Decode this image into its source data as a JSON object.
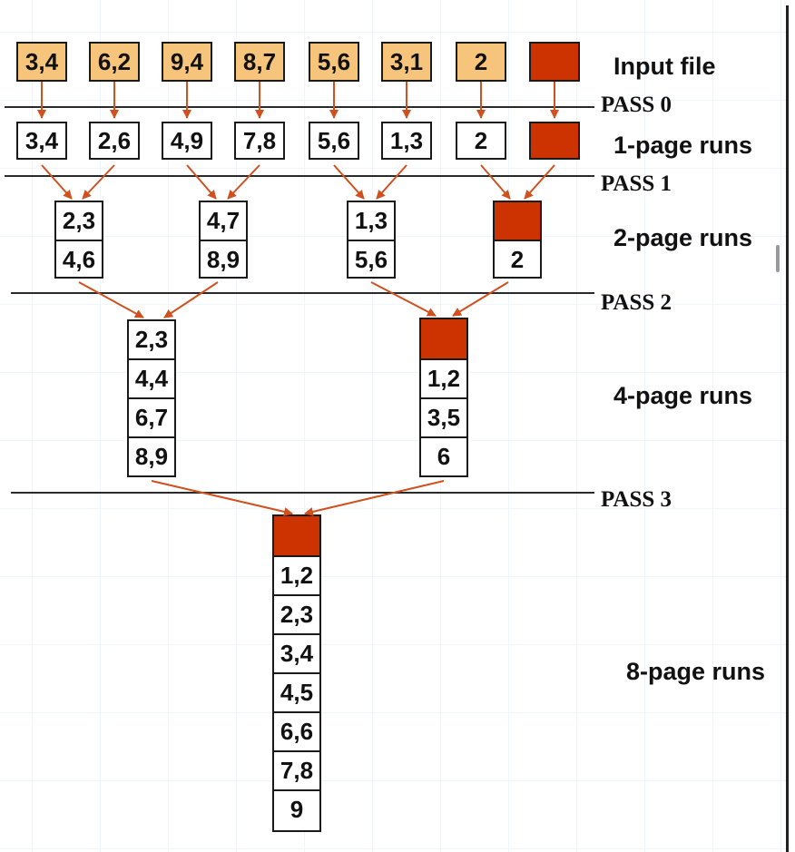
{
  "input_pages": [
    "3,4",
    "6,2",
    "9,4",
    "8,7",
    "5,6",
    "3,1",
    "2",
    ""
  ],
  "pass0_runs": [
    "3,4",
    "2,6",
    "4,9",
    "7,8",
    "5,6",
    "1,3",
    "2",
    ""
  ],
  "pass1_runs": [
    [
      "2,3",
      "4,6"
    ],
    [
      "4,7",
      "8,9"
    ],
    [
      "1,3",
      "5,6"
    ],
    [
      "",
      "2"
    ]
  ],
  "pass2_runs": [
    [
      "2,3",
      "4,4",
      "6,7",
      "8,9"
    ],
    [
      "",
      "1,2",
      "3,5",
      "6"
    ]
  ],
  "pass3_runs": [
    [
      "",
      "1,2",
      "2,3",
      "3,4",
      "4,5",
      "6,6",
      "7,8",
      "9"
    ]
  ],
  "pass_labels": [
    "PASS 0",
    "PASS 1",
    "PASS 2",
    "PASS 3"
  ],
  "run_labels": [
    "Input file",
    "1-page runs",
    "2-page runs",
    "4-page runs",
    "8-page runs"
  ],
  "colors": {
    "input_page": "#f6c47a",
    "output_buffer": "#cc3300",
    "arrow": "#d0501e",
    "line": "#2a2a2a"
  }
}
